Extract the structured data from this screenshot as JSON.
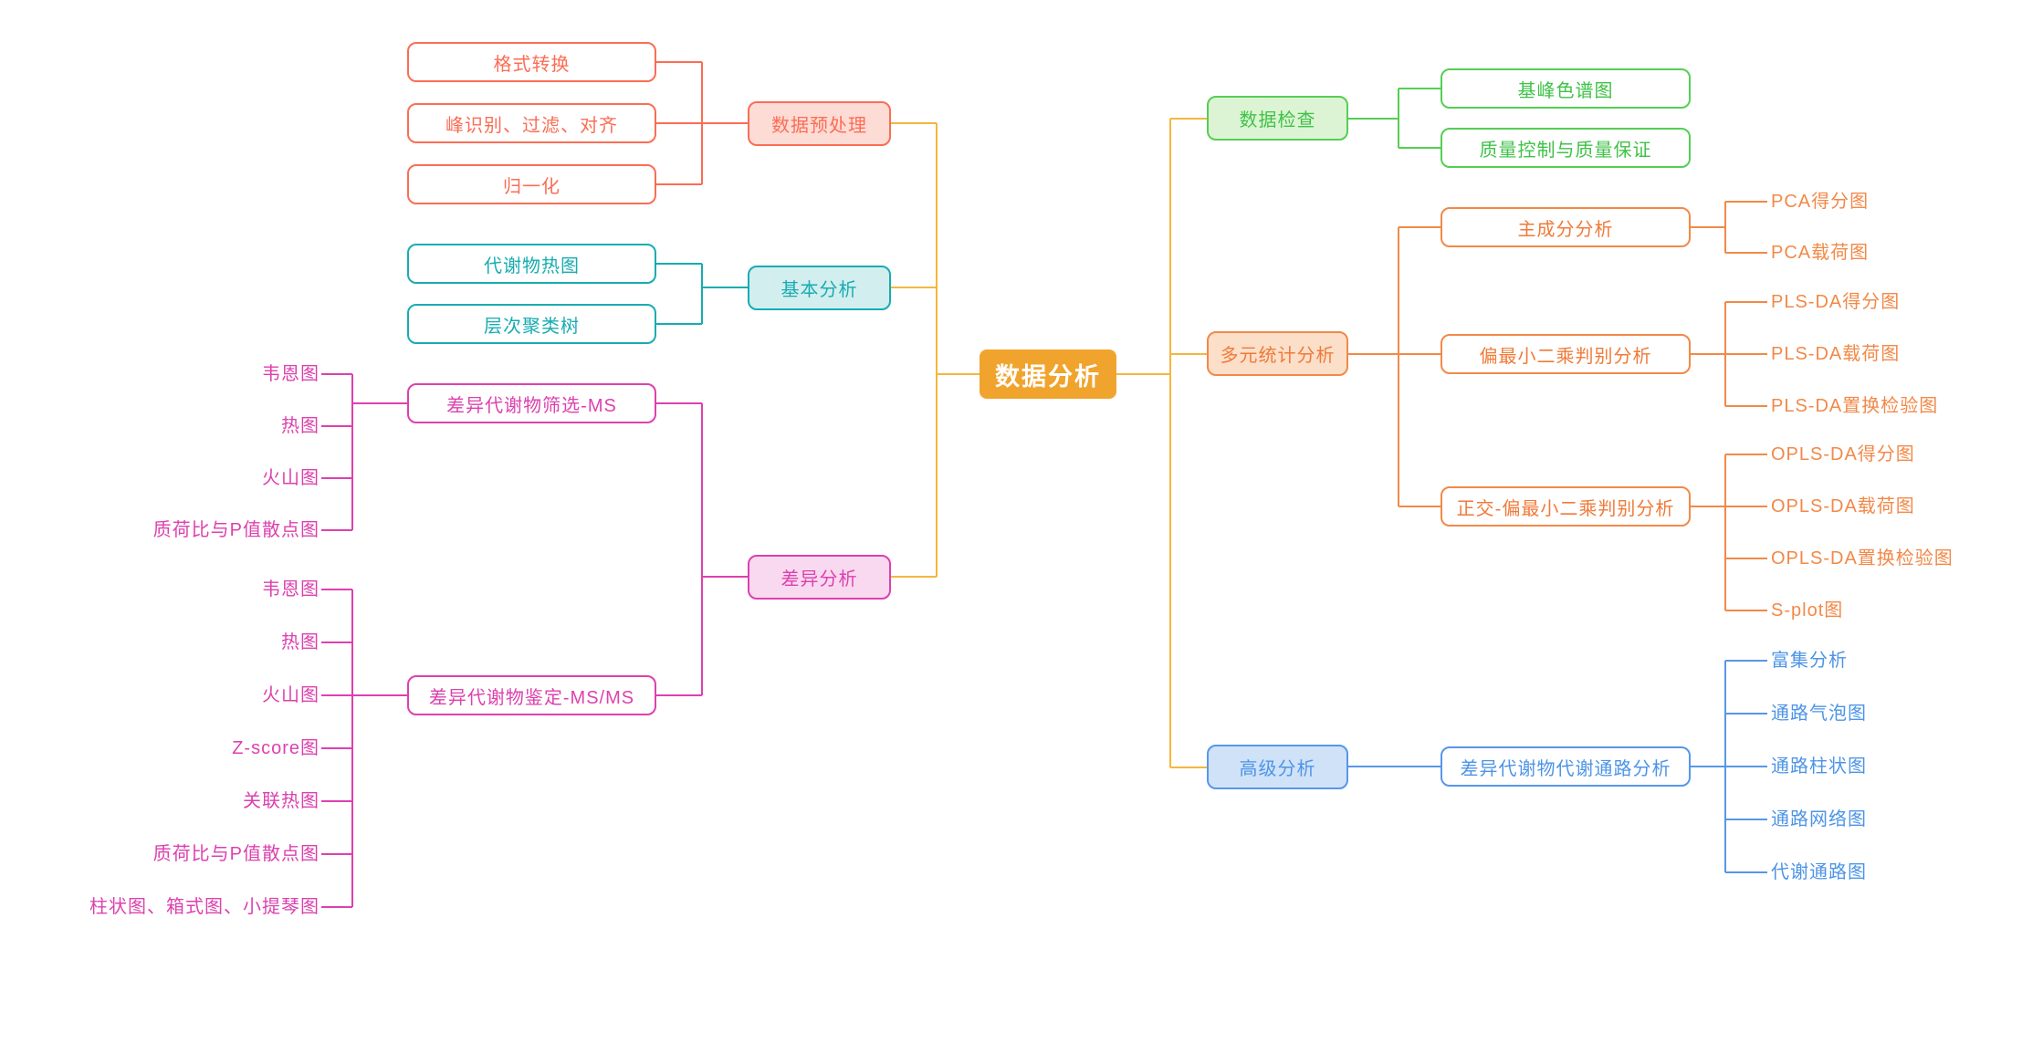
{
  "root": {
    "label": "数据分析"
  },
  "colors": {
    "gold_node": "#F0A42D",
    "gold_line": "#F5B63E",
    "red": "#FB6D55",
    "red_fill": "#FDDCD5",
    "teal": "#18ACB0",
    "teal_fill": "#D3EEEF",
    "pink": "#DD41AE",
    "pink_fill": "#F8D9F0",
    "green": "#55CE54",
    "green_fill": "#DCF4D4",
    "orange": "#F28948",
    "orange_fill": "#FBDFC9",
    "blue": "#5697E8",
    "blue_fill": "#D0E2F7"
  },
  "left": {
    "preprocessing": {
      "label": "数据预处理",
      "children": [
        "格式转换",
        "峰识别、过滤、对齐",
        "归一化"
      ]
    },
    "basic": {
      "label": "基本分析",
      "children": [
        "代谢物热图",
        "层次聚类树"
      ]
    },
    "differential": {
      "label": "差异分析",
      "ms": {
        "label": "差异代谢物筛选-MS",
        "children": [
          "韦恩图",
          "热图",
          "火山图",
          "质荷比与P值散点图"
        ]
      },
      "msms": {
        "label": "差异代谢物鉴定-MS/MS",
        "children": [
          "韦恩图",
          "热图",
          "火山图",
          "Z-score图",
          "关联热图",
          "质荷比与P值散点图",
          "柱状图、箱式图、小提琴图"
        ]
      }
    }
  },
  "right": {
    "check": {
      "label": "数据检查",
      "children": [
        "基峰色谱图",
        "质量控制与质量保证"
      ]
    },
    "multivariate": {
      "label": "多元统计分析",
      "pca": {
        "label": "主成分分析",
        "children": [
          "PCA得分图",
          "PCA载荷图"
        ]
      },
      "plsda": {
        "label": "偏最小二乘判别分析",
        "children": [
          "PLS-DA得分图",
          "PLS-DA载荷图",
          "PLS-DA置换检验图"
        ]
      },
      "oplsda": {
        "label": "正交-偏最小二乘判别分析",
        "children": [
          "OPLS-DA得分图",
          "OPLS-DA载荷图",
          "OPLS-DA置换检验图",
          "S-plot图"
        ]
      }
    },
    "advanced": {
      "label": "高级分析",
      "pathway": {
        "label": "差异代谢物代谢通路分析",
        "children": [
          "富集分析",
          "通路气泡图",
          "通路柱状图",
          "通路网络图",
          "代谢通路图"
        ]
      }
    }
  }
}
